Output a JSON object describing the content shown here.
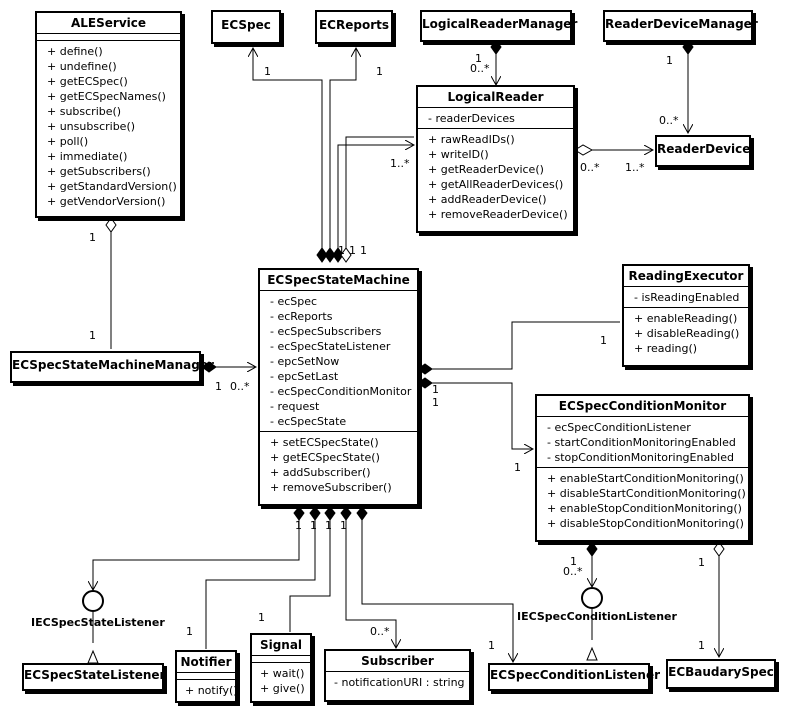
{
  "classes": {
    "ale_service": {
      "name": "ALEService",
      "ops": [
        "+ define()",
        "+ undefine()",
        "+ getECSpec()",
        "+ getECSpecNames()",
        "+ subscribe()",
        "+ unsubscribe()",
        "+ poll()",
        "+ immediate()",
        "+ getSubscribers()",
        "+ getStandardVersion()",
        "+ getVendorVersion()"
      ]
    },
    "ecspec": {
      "name": "ECSpec"
    },
    "ecreports": {
      "name": "ECReports"
    },
    "logical_reader_manager": {
      "name": "LogicalReaderManager"
    },
    "reader_device_manager": {
      "name": "ReaderDeviceManager"
    },
    "logical_reader": {
      "name": "LogicalReader",
      "attrs": [
        "- readerDevices"
      ],
      "ops": [
        "+ rawReadIDs()",
        "+ writeID()",
        "+ getReaderDevice()",
        "+ getAllReaderDevices()",
        "+ addReaderDevice()",
        "+ removeReaderDevice()"
      ]
    },
    "reader_device": {
      "name": "ReaderDevice"
    },
    "ecspec_state_machine": {
      "name": "ECSpecStateMachine",
      "attrs": [
        "- ecSpec",
        "- ecReports",
        "- ecSpecSubscribers",
        "- ecSpecStateListener",
        "- epcSetNow",
        "- epcSetLast",
        "- ecSpecConditionMonitor",
        "- request",
        "- ecSpecState"
      ],
      "ops": [
        "+ setECSpecState()",
        "+ getECSpecState()",
        "+ addSubscriber()",
        "+ removeSubscriber()"
      ]
    },
    "ecspec_state_machine_manager": {
      "name": "ECSpecStateMachineManager"
    },
    "reading_executor": {
      "name": "ReadingExecutor",
      "attrs": [
        "- isReadingEnabled"
      ],
      "ops": [
        "+ enableReading()",
        "+ disableReading()",
        "+ reading()"
      ]
    },
    "ecspec_condition_monitor": {
      "name": "ECSpecConditionMonitor",
      "attrs": [
        "- ecSpecConditionListener",
        "- startConditionMonitoringEnabled",
        "- stopConditionMonitoringEnabled"
      ],
      "ops": [
        "+ enableStartConditionMonitoring()",
        "+ disableStartConditionMonitoring()",
        "+ enableStopConditionMonitoring()",
        "+ disableStopConditionMonitoring()"
      ]
    },
    "ecspec_state_listener": {
      "name": "ECSpecStateListener"
    },
    "notifier": {
      "name": "Notifier",
      "ops": [
        "+ notify()"
      ]
    },
    "signal": {
      "name": "Signal",
      "ops": [
        "+ wait()",
        "+ give()"
      ]
    },
    "subscriber": {
      "name": "Subscriber",
      "attrs": [
        "- notificationURI : string"
      ]
    },
    "ecspec_condition_listener": {
      "name": "ECSpecConditionListener"
    },
    "ecbaudary_spec": {
      "name": "ECBaudarySpec"
    }
  },
  "interfaces": {
    "iecspec_state_listener": "IECSpecStateListener",
    "iecspec_condition_listener": "IECSpecConditionListener"
  },
  "multiplicities": {
    "ecspec_1": "1",
    "ecreports_1": "1",
    "lrm_1": "1",
    "lrm_0n": "0..*",
    "rdm_1": "1",
    "rdm_0n": "0..*",
    "lr_1n": "1..*",
    "lr_rd_0n": "0..*",
    "lr_rd_1n": "1..*",
    "sm_top_1a": "1",
    "sm_top_1b": "1",
    "sm_top_1c": "1",
    "ale_1": "1",
    "ale_sm_1": "1",
    "mgr_1": "1",
    "mgr_0n": "0..*",
    "re_1": "1",
    "cm_1a": "1",
    "cm_1b": "1",
    "cm_1c": "1",
    "sm_b_1a": "1",
    "sm_b_1b": "1",
    "sm_b_1c": "1",
    "sm_b_1d": "1",
    "notifier_1": "1",
    "signal_1": "1",
    "subscriber_0n": "0..*",
    "ecl_1": "1",
    "cmb_1": "1",
    "cmb_0n": "0..*",
    "cm_r_1": "1",
    "bs_1": "1"
  }
}
